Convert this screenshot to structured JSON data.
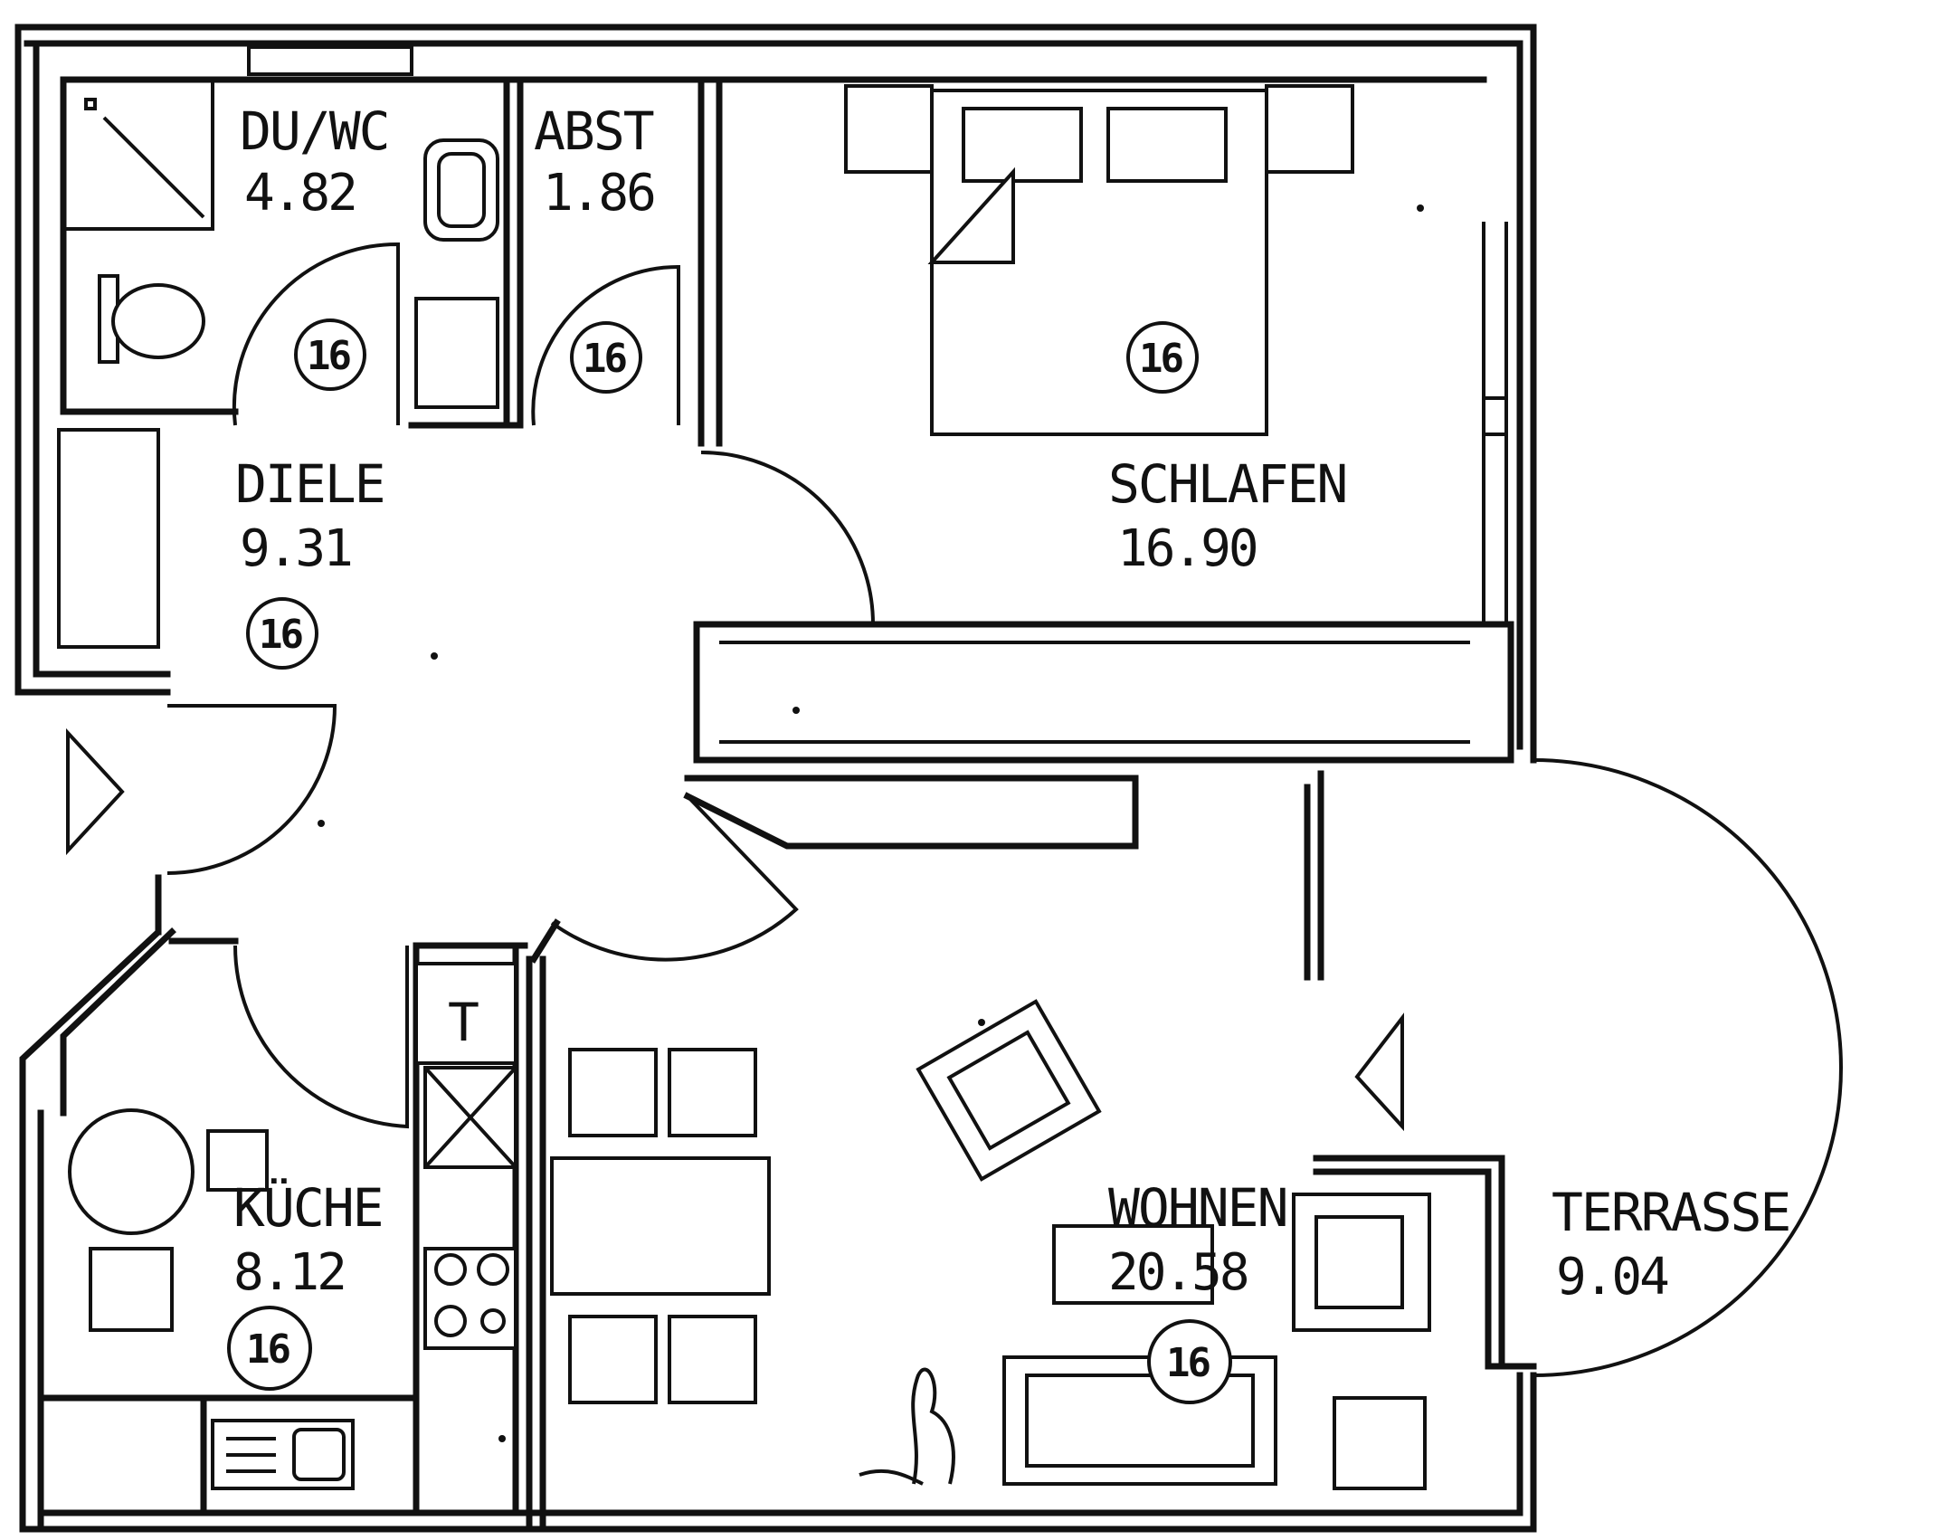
{
  "rooms": {
    "du_wc": {
      "name": "DU/WC",
      "area": "4.82",
      "tag": "16"
    },
    "abst": {
      "name": "ABST",
      "area": "1.86",
      "tag": "16"
    },
    "schlafen": {
      "name": "SCHLAFEN",
      "area": "16.90",
      "tag": "16"
    },
    "diele": {
      "name": "DIELE",
      "area": "9.31",
      "tag": "16"
    },
    "kueche": {
      "name": "KÜCHE",
      "area": "8.12",
      "tag": "16"
    },
    "wohnen": {
      "name": "WOHNEN",
      "area": "20.58",
      "tag": "16"
    },
    "terrasse": {
      "name": "TERRASSE",
      "area": "9.04"
    }
  },
  "fridge_label": "T",
  "colors": {
    "line": "#111111",
    "background": "#ffffff"
  }
}
